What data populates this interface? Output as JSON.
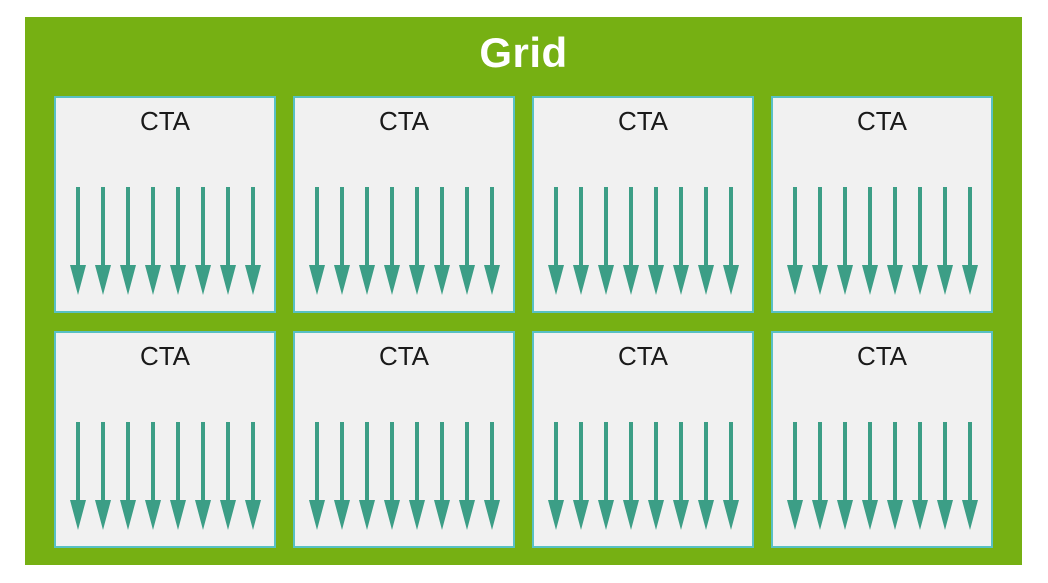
{
  "diagram": {
    "title": "Grid",
    "panel_color": "#76B013",
    "card_color": "#F1F1F1",
    "card_border_color": "#58C0C4",
    "arrow_color": "#3C9E86",
    "title_color": "#FFFFFF",
    "label_color": "#1A1A1A",
    "rows": 2,
    "columns": 4,
    "threads_per_block": 8,
    "blocks": [
      {
        "label": "CTA",
        "thread_count": 8
      },
      {
        "label": "CTA",
        "thread_count": 8
      },
      {
        "label": "CTA",
        "thread_count": 8
      },
      {
        "label": "CTA",
        "thread_count": 8
      },
      {
        "label": "CTA",
        "thread_count": 8
      },
      {
        "label": "CTA",
        "thread_count": 8
      },
      {
        "label": "CTA",
        "thread_count": 8
      },
      {
        "label": "CTA",
        "thread_count": 8
      }
    ]
  }
}
